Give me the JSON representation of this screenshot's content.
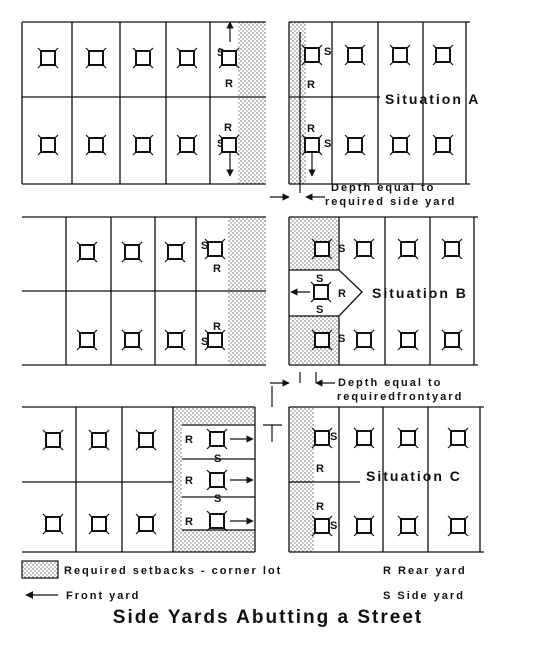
{
  "colors": {
    "ink": "#111111",
    "paper": "#ffffff",
    "setback": "#cfcfcf"
  },
  "title": "Side Yards Abutting a Street",
  "markers": {
    "rear": "R",
    "side": "S"
  },
  "situations": {
    "a": {
      "label": "Situation A",
      "note": [
        "Depth equal to",
        "required side yard"
      ]
    },
    "b": {
      "label": "Situation B",
      "note": [
        "Depth equal to",
        "requiredfrontyard"
      ]
    },
    "c": {
      "label": "Situation C"
    }
  },
  "legend": {
    "setbacks": "Required setbacks - corner lot",
    "rear": "R Rear yard",
    "front": "Front yard",
    "side": "S Side yard"
  }
}
